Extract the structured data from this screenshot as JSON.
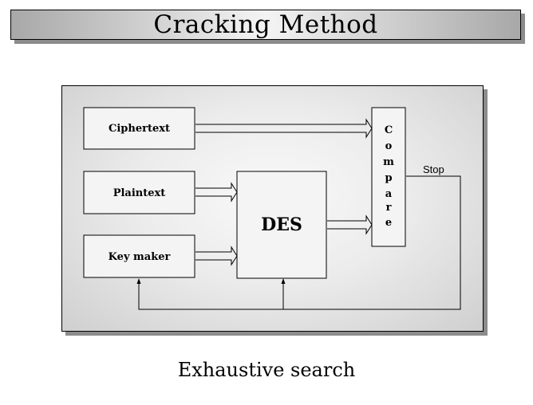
{
  "title": "Cracking Method",
  "caption": "Exhaustive search",
  "diagram": {
    "inputs": {
      "ciphertext": "Ciphertext",
      "plaintext": "Plaintext",
      "key_maker": "Key maker"
    },
    "process": "DES",
    "compare_letters": [
      "C",
      "o",
      "m",
      "p",
      "a",
      "r",
      "e"
    ],
    "stop_label": "Stop"
  }
}
